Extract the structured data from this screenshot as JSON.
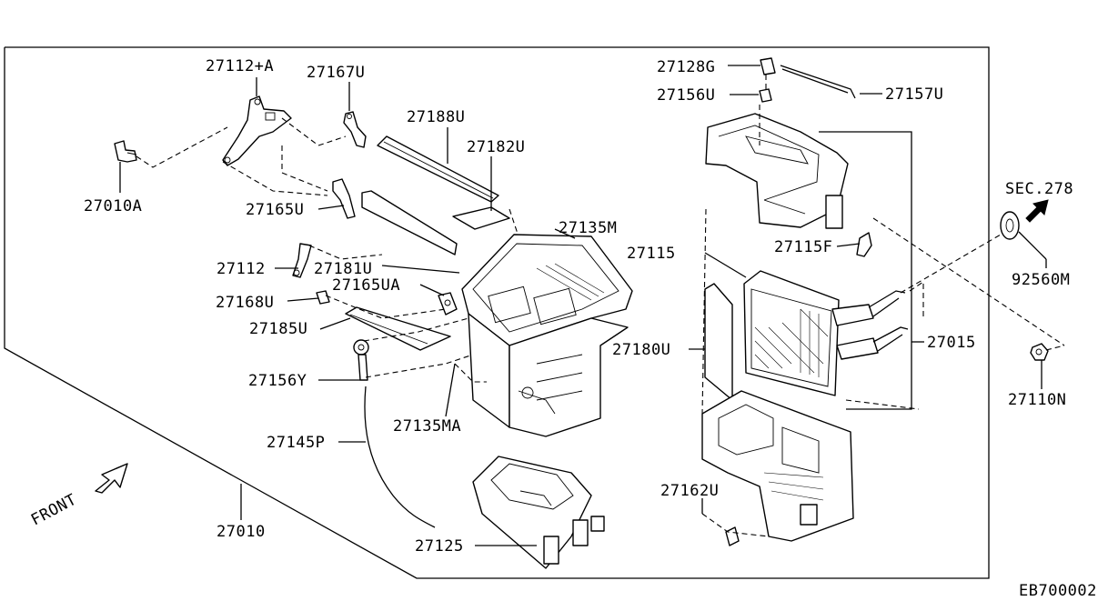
{
  "diagram": {
    "labels": {
      "p27112A": "27112+A",
      "p27167U": "27167U",
      "p27188U": "27188U",
      "p27182U": "27182U",
      "p27010A": "27010A",
      "p27165U": "27165U",
      "p27135M": "27135M",
      "p27112": "27112",
      "p27181U": "27181U",
      "p27165UA": "27165UA",
      "p27168U": "27168U",
      "p27185U": "27185U",
      "p27156Y": "27156Y",
      "p27135MA": "27135MA",
      "p27145P": "27145P",
      "p27010": "27010",
      "p27125": "27125",
      "p27128G": "27128G",
      "p27156U": "27156U",
      "p27157U": "27157U",
      "p27115": "27115",
      "p27115F": "27115F",
      "p27180U": "27180U",
      "p27015": "27015",
      "p27162U": "27162U",
      "sec278": "SEC.278",
      "p92560M": "92560M",
      "p27110N": "27110N",
      "front": "FRONT",
      "figure_code": "EB700002"
    }
  }
}
